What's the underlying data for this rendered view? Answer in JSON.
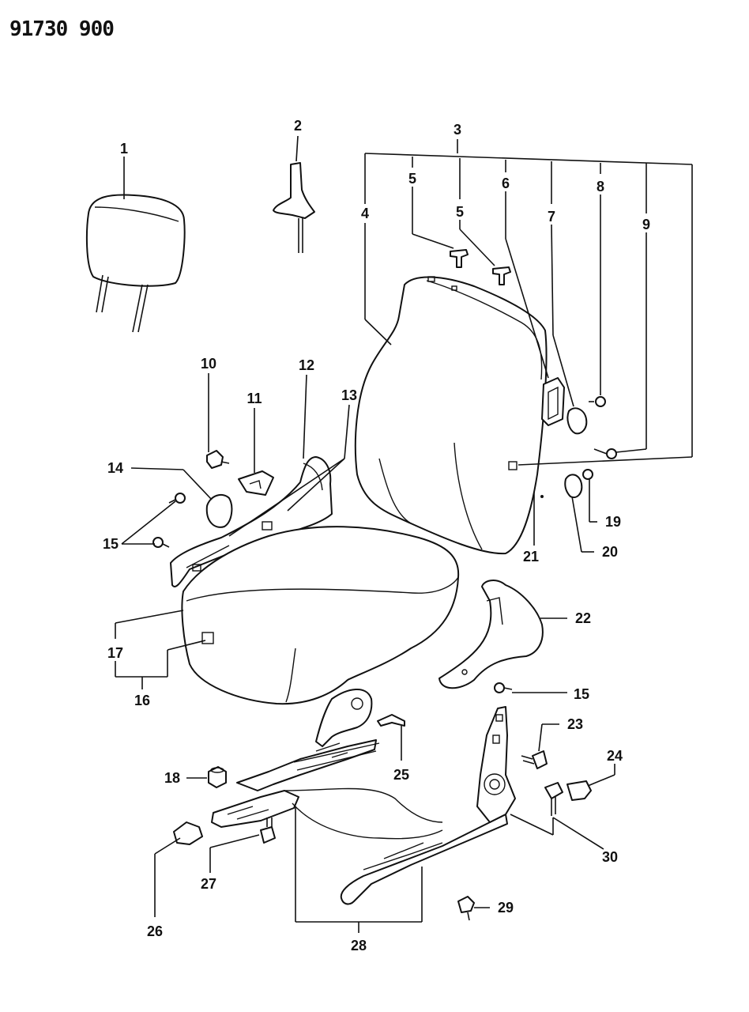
{
  "diagram_code": "91730 900",
  "callouts": [
    {
      "id": "c1",
      "label": "1"
    },
    {
      "id": "c2",
      "label": "2"
    },
    {
      "id": "c3",
      "label": "3"
    },
    {
      "id": "c4",
      "label": "4"
    },
    {
      "id": "c5a",
      "label": "5"
    },
    {
      "id": "c5b",
      "label": "5"
    },
    {
      "id": "c6",
      "label": "6"
    },
    {
      "id": "c7",
      "label": "7"
    },
    {
      "id": "c8",
      "label": "8"
    },
    {
      "id": "c9",
      "label": "9"
    },
    {
      "id": "c10",
      "label": "10"
    },
    {
      "id": "c11",
      "label": "11"
    },
    {
      "id": "c12",
      "label": "12"
    },
    {
      "id": "c13",
      "label": "13"
    },
    {
      "id": "c14",
      "label": "14"
    },
    {
      "id": "c15a",
      "label": "15"
    },
    {
      "id": "c15b",
      "label": "15"
    },
    {
      "id": "c16",
      "label": "16"
    },
    {
      "id": "c17",
      "label": "17"
    },
    {
      "id": "c18",
      "label": "18"
    },
    {
      "id": "c19",
      "label": "19"
    },
    {
      "id": "c20",
      "label": "20"
    },
    {
      "id": "c21",
      "label": "21"
    },
    {
      "id": "c22",
      "label": "22"
    },
    {
      "id": "c23",
      "label": "23"
    },
    {
      "id": "c24",
      "label": "24"
    },
    {
      "id": "c25",
      "label": "25"
    },
    {
      "id": "c26",
      "label": "26"
    },
    {
      "id": "c27",
      "label": "27"
    },
    {
      "id": "c28",
      "label": "28"
    },
    {
      "id": "c29",
      "label": "29"
    },
    {
      "id": "c30",
      "label": "30"
    }
  ]
}
